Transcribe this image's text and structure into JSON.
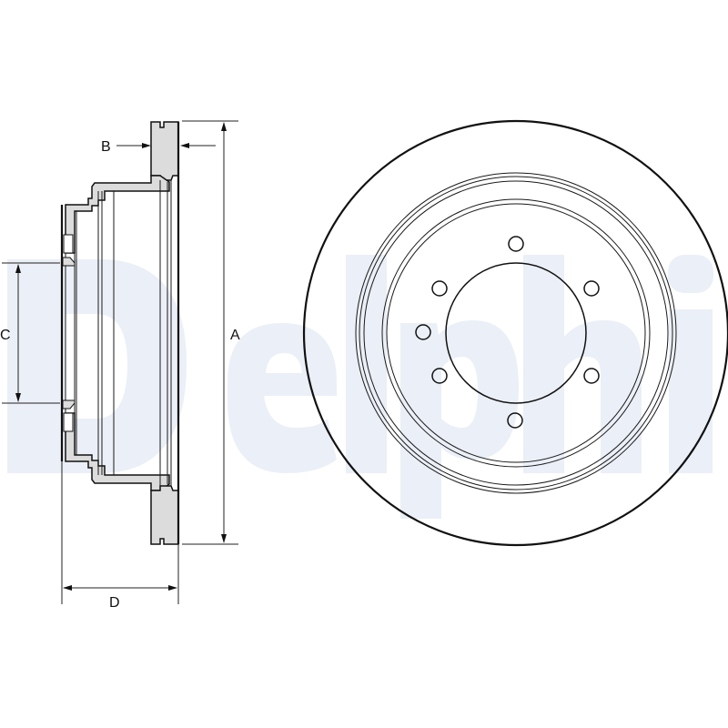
{
  "watermark": {
    "text": "Delphi",
    "color": "#ebeff7"
  },
  "diagram": {
    "subject": "Ventilated brake disc technical drawing",
    "views": [
      "side-section",
      "front"
    ],
    "bolt_hole_count": 7
  },
  "dimensions": {
    "A": {
      "label": "A",
      "meaning": "outer diameter"
    },
    "B": {
      "label": "B",
      "meaning": "disc thickness"
    },
    "C": {
      "label": "C",
      "meaning": "centre bore diameter"
    },
    "D": {
      "label": "D",
      "meaning": "overall height"
    }
  },
  "colors": {
    "line": "#111111",
    "section_fill": "#dcdcdc",
    "background": "#ffffff"
  }
}
